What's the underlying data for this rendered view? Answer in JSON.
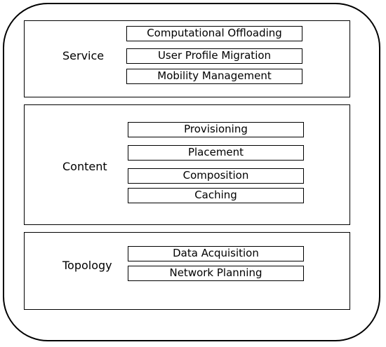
{
  "layers": [
    {
      "label": "Service",
      "items": [
        "Computational Offloading",
        "User Profile Migration",
        "Mobility Management"
      ]
    },
    {
      "label": "Content",
      "items": [
        "Provisioning",
        "Placement",
        "Composition",
        "Caching"
      ]
    },
    {
      "label": "Topology",
      "items": [
        "Data Acquisition",
        "Network Planning"
      ]
    }
  ]
}
